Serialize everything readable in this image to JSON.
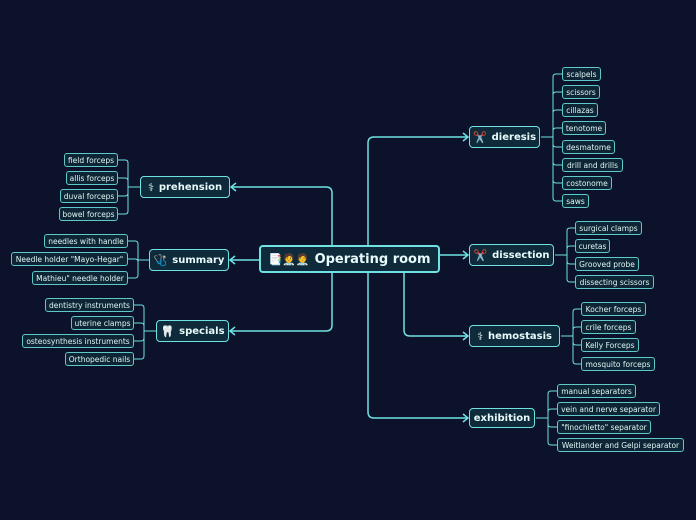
{
  "colors": {
    "background": "#0b1229",
    "line": "#6fe3e3",
    "node_fill": "#0f2a3a",
    "text": "#e8fbfb"
  },
  "root": {
    "label": "Operating room",
    "icons": [
      "📑",
      "🧑‍⚕️",
      "🧑‍⚕️"
    ]
  },
  "branches": {
    "dieresis": {
      "label": "dieresis",
      "icon": "✂️",
      "items": [
        "scalpels",
        "scissors",
        "cillazas",
        "tenotome",
        "desmatome",
        "drill and drills",
        "costonome",
        "saws"
      ]
    },
    "dissection": {
      "label": "dissection",
      "icon": "✂️",
      "items": [
        "surgical clamps",
        "curetas",
        "Grooved probe",
        "dissecting scissors"
      ]
    },
    "hemostasis": {
      "label": "hemostasis",
      "icon": "⚕",
      "items": [
        "Kocher forceps",
        "crile forceps",
        "Kelly Forceps",
        "mosquito forceps"
      ]
    },
    "exhibition": {
      "label": "exhibition",
      "icon": "",
      "items": [
        "manual separators",
        "vein and nerve separator",
        "\"finochietto\" separator",
        "Weitlander and Gelpi separator"
      ]
    },
    "prehension": {
      "label": "prehension",
      "icon": "⚕",
      "items": [
        "field forceps",
        "allis forceps",
        "duval forceps",
        "bowel forceps"
      ]
    },
    "summary": {
      "label": "summary",
      "icon": "🩺",
      "items": [
        "needles with handle",
        "Needle holder \"Mayo-Hegar\"",
        "Mathieu\" needle holder"
      ]
    },
    "specials": {
      "label": "specials",
      "icon": "🦷",
      "items": [
        "dentistry instruments",
        "uterine clamps",
        "osteosynthesis instruments",
        "Orthopedic nails"
      ]
    }
  }
}
